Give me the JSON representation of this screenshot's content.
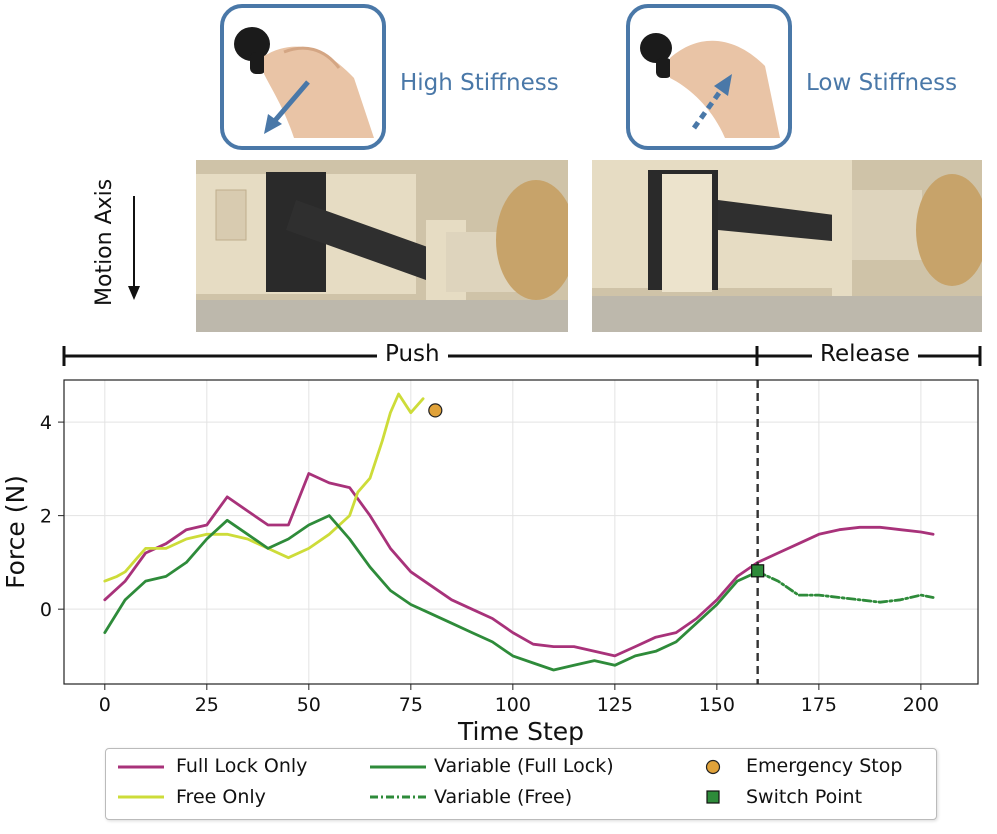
{
  "insets": [
    {
      "label": "High Stiffness",
      "arrow": "solid-down-left"
    },
    {
      "label": "Low Stiffness",
      "arrow": "dashed-up-right"
    }
  ],
  "motion_axis_label": "Motion Axis",
  "phases": {
    "push": "Push",
    "release": "Release"
  },
  "colors": {
    "full_lock": "#a8327a",
    "free_only": "#cddc39",
    "variable": "#2e8b3a",
    "emergency": "#e0a23a",
    "switch": "#2e8b3a",
    "inset_border": "#4a78a8"
  },
  "chart_data": {
    "type": "line",
    "xlabel": "Time Step",
    "ylabel": "Force (N)",
    "xlim": [
      -10,
      214
    ],
    "ylim": [
      -1.6,
      4.9
    ],
    "xticks": [
      0,
      25,
      50,
      75,
      100,
      125,
      150,
      175,
      200
    ],
    "yticks": [
      0,
      2,
      4
    ],
    "grid": true,
    "vline_x": 160,
    "legend_position": "bottom",
    "series": [
      {
        "name": "Full Lock Only",
        "style": "solid",
        "x": [
          0,
          5,
          10,
          15,
          20,
          25,
          30,
          35,
          40,
          45,
          50,
          55,
          60,
          65,
          70,
          75,
          80,
          85,
          90,
          95,
          100,
          105,
          110,
          115,
          120,
          125,
          130,
          135,
          140,
          145,
          150,
          155,
          160,
          165,
          170,
          175,
          180,
          185,
          190,
          195,
          200,
          203
        ],
        "y": [
          0.2,
          0.6,
          1.2,
          1.4,
          1.7,
          1.8,
          2.4,
          2.1,
          1.8,
          1.8,
          2.9,
          2.7,
          2.6,
          2.0,
          1.3,
          0.8,
          0.5,
          0.2,
          0.0,
          -0.2,
          -0.5,
          -0.75,
          -0.8,
          -0.8,
          -0.9,
          -1.0,
          -0.8,
          -0.6,
          -0.5,
          -0.2,
          0.2,
          0.7,
          1.0,
          1.2,
          1.4,
          1.6,
          1.7,
          1.75,
          1.75,
          1.7,
          1.65,
          1.6
        ]
      },
      {
        "name": "Free Only",
        "style": "solid",
        "x": [
          0,
          3,
          5,
          8,
          10,
          15,
          20,
          25,
          30,
          35,
          40,
          45,
          50,
          55,
          60,
          62,
          65,
          68,
          70,
          72,
          75,
          78
        ],
        "y": [
          0.6,
          0.7,
          0.8,
          1.1,
          1.3,
          1.3,
          1.5,
          1.6,
          1.6,
          1.5,
          1.3,
          1.1,
          1.3,
          1.6,
          2.0,
          2.5,
          2.8,
          3.6,
          4.2,
          4.6,
          4.2,
          4.5
        ]
      },
      {
        "name": "Variable (Full Lock)",
        "style": "solid",
        "x": [
          0,
          5,
          10,
          15,
          20,
          25,
          30,
          35,
          40,
          45,
          50,
          55,
          60,
          65,
          70,
          75,
          80,
          85,
          90,
          95,
          100,
          105,
          110,
          115,
          120,
          125,
          130,
          135,
          140,
          145,
          150,
          155,
          160
        ],
        "y": [
          -0.5,
          0.2,
          0.6,
          0.7,
          1.0,
          1.5,
          1.9,
          1.6,
          1.3,
          1.5,
          1.8,
          2.0,
          1.5,
          0.9,
          0.4,
          0.1,
          -0.1,
          -0.3,
          -0.5,
          -0.7,
          -1.0,
          -1.15,
          -1.3,
          -1.2,
          -1.1,
          -1.2,
          -1.0,
          -0.9,
          -0.7,
          -0.3,
          0.1,
          0.6,
          0.8
        ]
      },
      {
        "name": "Variable (Free)",
        "style": "dashdot",
        "x": [
          160,
          165,
          170,
          175,
          180,
          185,
          190,
          195,
          200,
          203
        ],
        "y": [
          0.8,
          0.6,
          0.3,
          0.3,
          0.25,
          0.2,
          0.15,
          0.2,
          0.3,
          0.25
        ]
      }
    ],
    "markers": [
      {
        "name": "Emergency Stop",
        "shape": "circle",
        "x": 81,
        "y": 4.25
      },
      {
        "name": "Switch Point",
        "shape": "square",
        "x": 160,
        "y": 0.82
      }
    ]
  }
}
